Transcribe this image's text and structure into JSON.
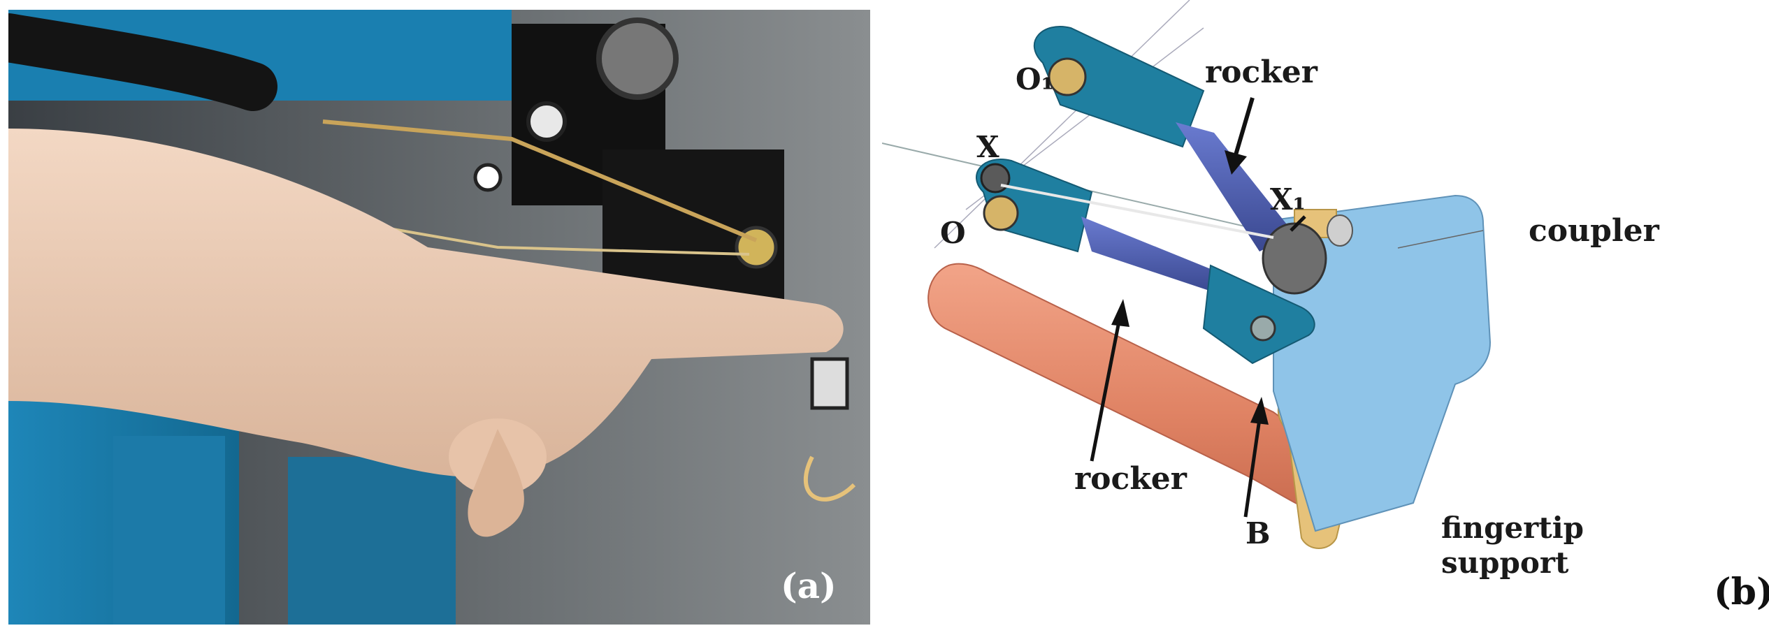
{
  "panel_a": {
    "label": "(a)"
  },
  "panel_b": {
    "label": "(b)",
    "labels": {
      "o1": "O₁",
      "x": "X",
      "o": "O",
      "x1": "X₁",
      "rocker_top": "rocker",
      "rocker_bottom": "rocker",
      "coupler": "coupler",
      "b": "B",
      "fingertip_1": "fingertip",
      "fingertip_2": "support"
    }
  },
  "colors": {
    "machine_blue": "#1e86b8",
    "link_teal": "#1f7fa0",
    "rod_blue": "#4a5aa8",
    "finger_orange": "#e2876a",
    "coupler_lightblue": "#8fc4e8",
    "fingertip_yellow": "#e6c27a"
  }
}
